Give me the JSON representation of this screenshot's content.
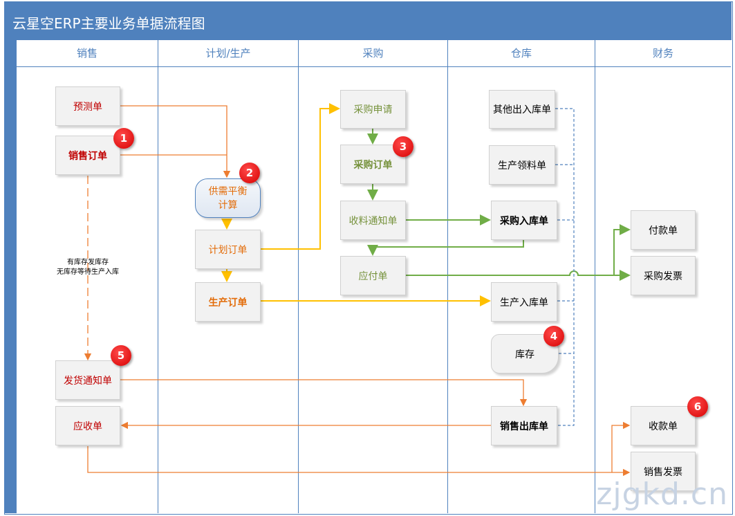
{
  "title": "云星空ERP主要业务单据流程图",
  "lanes": [
    "销售",
    "计划/生产",
    "采购",
    "仓库",
    "财务"
  ],
  "nodes": {
    "forecast": "预测单",
    "sales_order": "销售订单",
    "supply_demand": "供需平衡\n计算",
    "plan_order": "计划订单",
    "production_order": "生产订单",
    "purchase_request": "采购申请",
    "purchase_order": "采购订单",
    "receipt_notice": "收料通知单",
    "payable": "应付单",
    "other_io": "其他出入库单",
    "material_pick": "生产领料单",
    "purchase_in": "采购入库单",
    "production_in": "生产入库单",
    "inventory": "库存",
    "sales_out": "销售出库单",
    "payment": "付款单",
    "purchase_invoice": "采购发票",
    "receipt": "收款单",
    "sales_invoice": "销售发票",
    "delivery_notice": "发货通知单",
    "receivable": "应收单"
  },
  "note_line1": "有库存发库存",
  "note_line2": "无库存等待生产入库",
  "badges": [
    "1",
    "2",
    "3",
    "4",
    "5",
    "6"
  ],
  "watermark": "zjgkd.cn",
  "colors": {
    "frame": "#4f81bd",
    "orange_arrow": "#ed7d31",
    "yellow_arrow": "#ffc000",
    "green_arrow": "#70ad47",
    "dashed": "#4f81bd"
  }
}
